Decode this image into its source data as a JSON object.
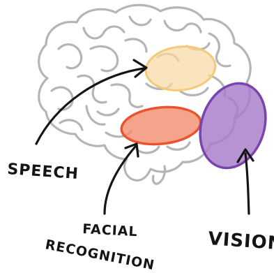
{
  "labels": {
    "speech": "SPEECH",
    "facial_line1": "FACIAL",
    "facial_line2": "RECOGNITION",
    "vision": "VISION"
  },
  "regions": [
    {
      "name": "speech",
      "color": "#F8D9A4",
      "stroke": "#F5C978"
    },
    {
      "name": "facial-recognition",
      "color": "#F2896A",
      "stroke": "#E8542C"
    },
    {
      "name": "vision",
      "color": "#A67BC8",
      "stroke": "#7A43AE"
    }
  ],
  "colors": {
    "brain_outline": "#B5B5B5",
    "ink": "#151515"
  }
}
